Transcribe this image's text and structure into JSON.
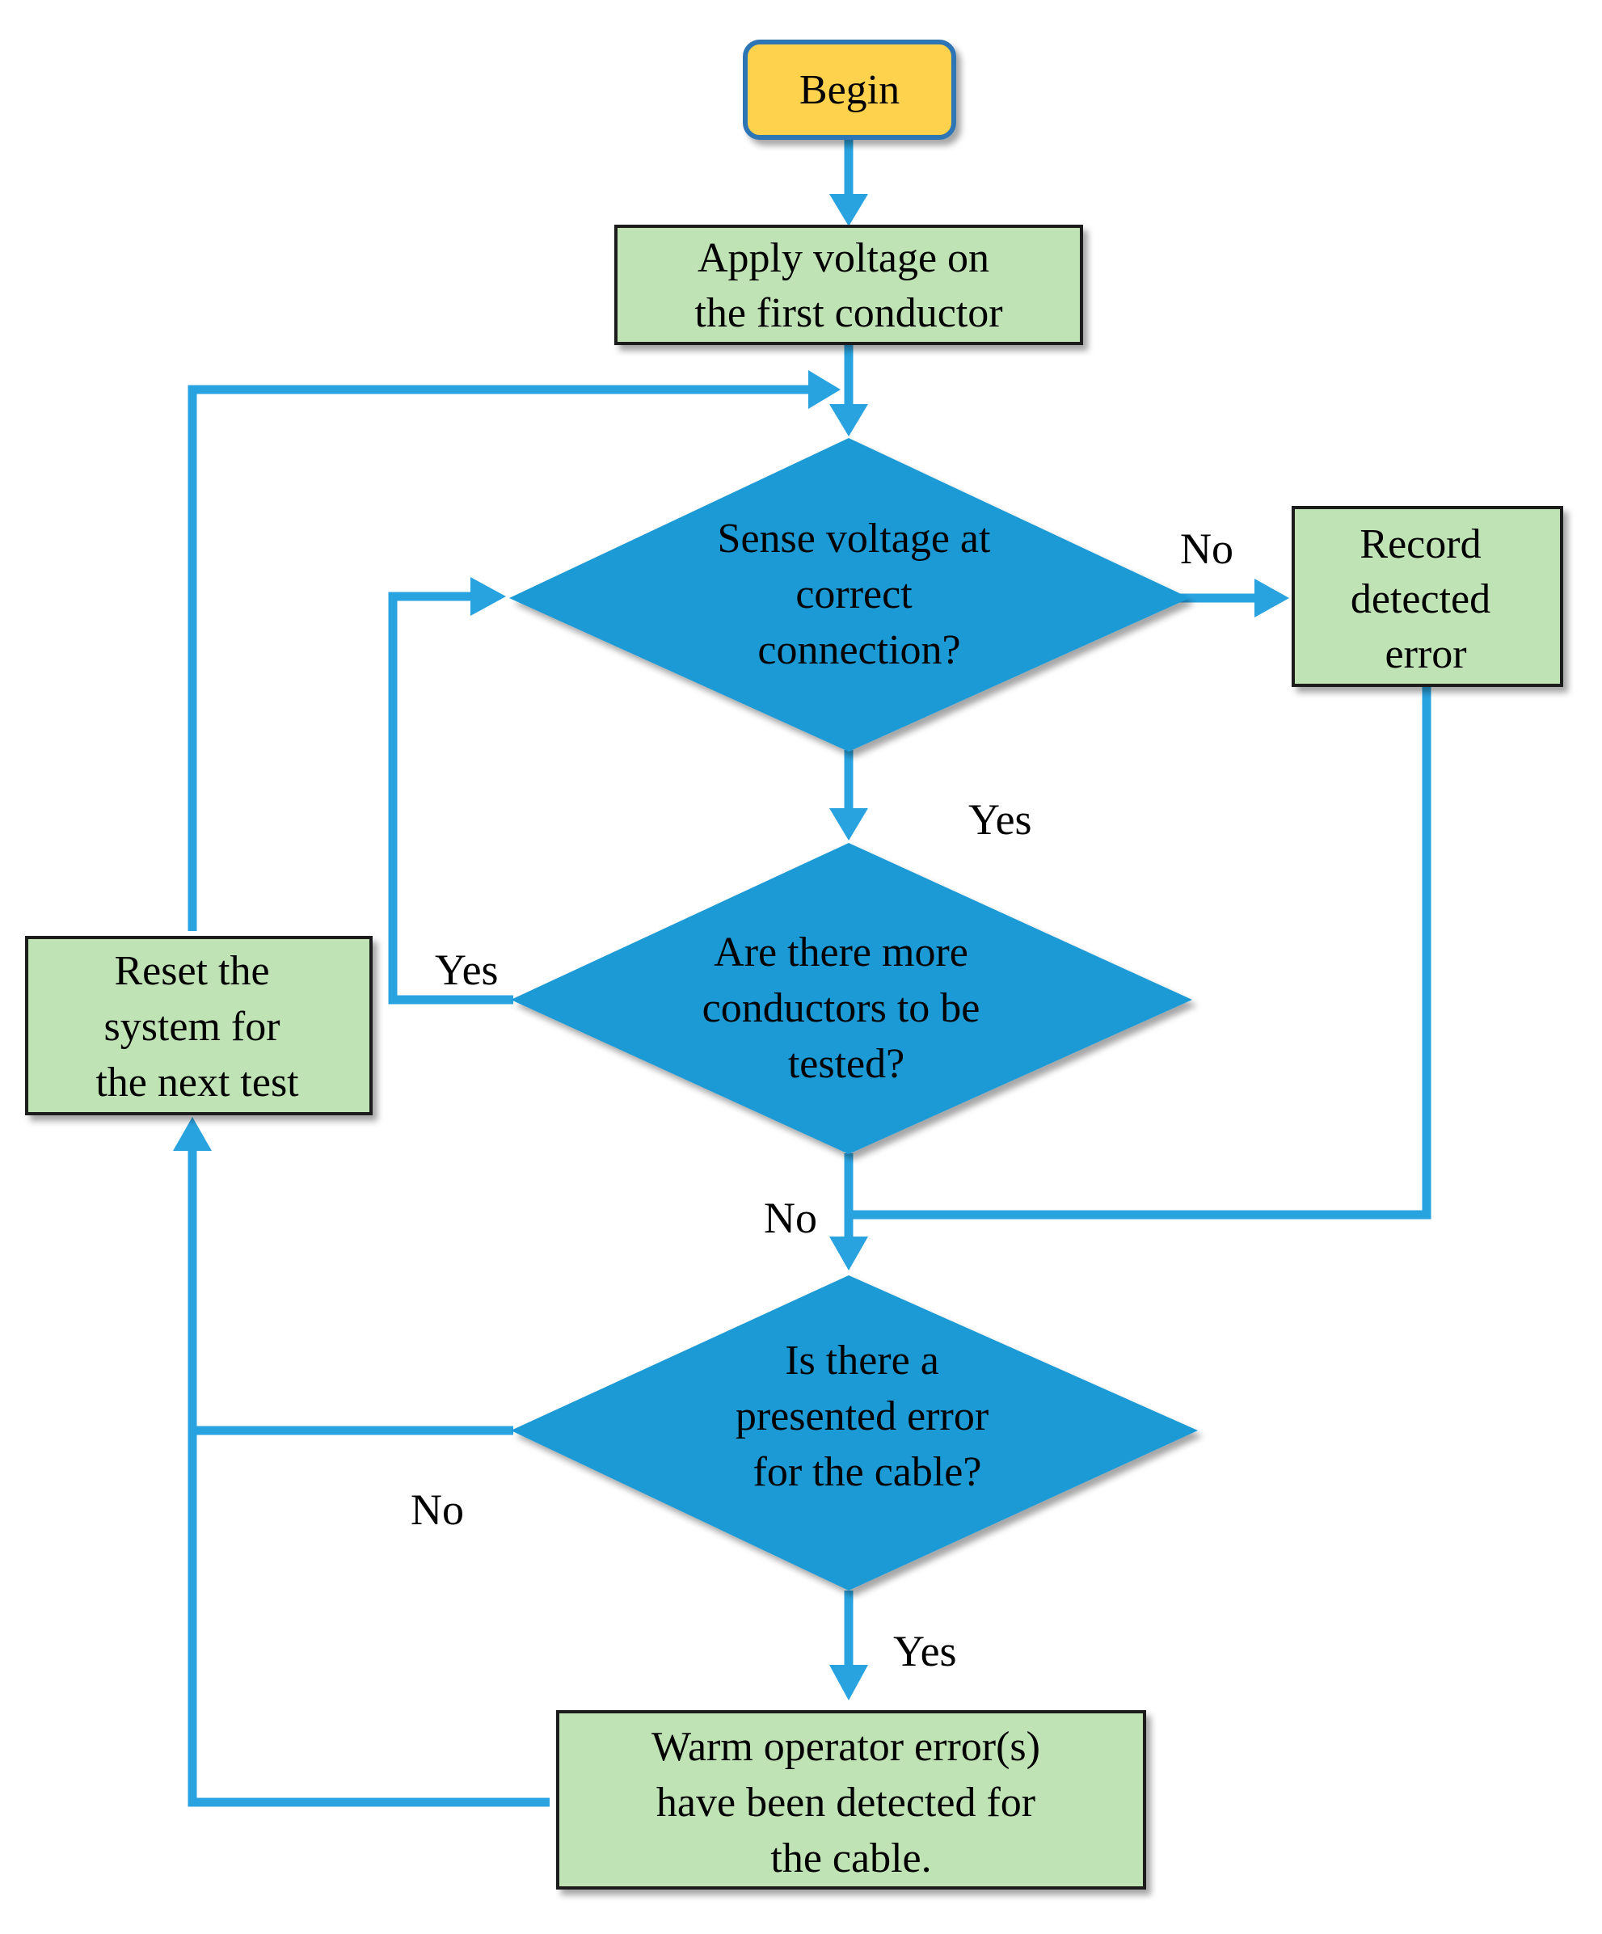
{
  "colors": {
    "start_fill": "#ffd24d",
    "start_stroke": "#2e75b6",
    "process_fill": "#bfe3b4",
    "process_stroke": "#1a1a1a",
    "decision_fill": "#1f9ad6",
    "connector": "#29a3df"
  },
  "nodes": {
    "begin": {
      "label": "Begin"
    },
    "apply_voltage": {
      "lines": [
        "Apply voltage on",
        "the first conductor"
      ]
    },
    "sense_voltage": {
      "lines": [
        "Sense voltage at",
        "correct",
        "connection?"
      ]
    },
    "record_error": {
      "lines": [
        "Record",
        "detected",
        "error"
      ]
    },
    "more_conductors": {
      "lines": [
        "Are there more",
        "conductors to be",
        "tested?"
      ]
    },
    "reset_system": {
      "lines": [
        "Reset the",
        "system for",
        "the next test"
      ]
    },
    "presented_error": {
      "lines": [
        "Is there a",
        "presented error",
        "for the cable?"
      ]
    },
    "warn_operator": {
      "lines": [
        "Warm operator error(s)",
        "have been detected for",
        "the cable."
      ]
    }
  },
  "edge_labels": {
    "sense_no": "No",
    "sense_yes": "Yes",
    "more_yes": "Yes",
    "more_no": "No",
    "presented_no": "No",
    "presented_yes": "Yes"
  }
}
